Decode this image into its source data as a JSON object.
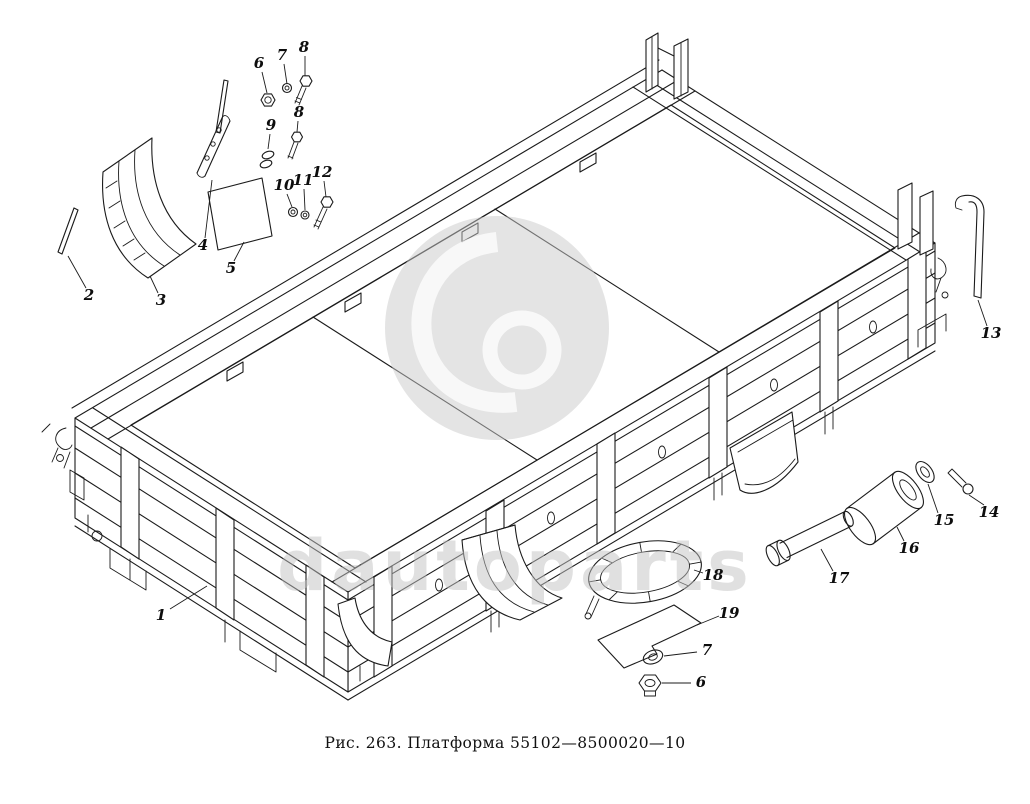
{
  "figure": {
    "caption": "Рис. 263. Платформа 55102—8500020—10"
  },
  "watermark": {
    "text": "dautoparts"
  },
  "callouts": [
    {
      "label": "6"
    },
    {
      "label": "7"
    },
    {
      "label": "8"
    },
    {
      "label": "9"
    },
    {
      "label": "8"
    },
    {
      "label": "10"
    },
    {
      "label": "11"
    },
    {
      "label": "12"
    },
    {
      "label": "4"
    },
    {
      "label": "5"
    },
    {
      "label": "2"
    },
    {
      "label": "3"
    },
    {
      "label": "1"
    },
    {
      "label": "13"
    },
    {
      "label": "14"
    },
    {
      "label": "15"
    },
    {
      "label": "16"
    },
    {
      "label": "17"
    },
    {
      "label": "18"
    },
    {
      "label": "19"
    },
    {
      "label": "7"
    },
    {
      "label": "6"
    }
  ]
}
